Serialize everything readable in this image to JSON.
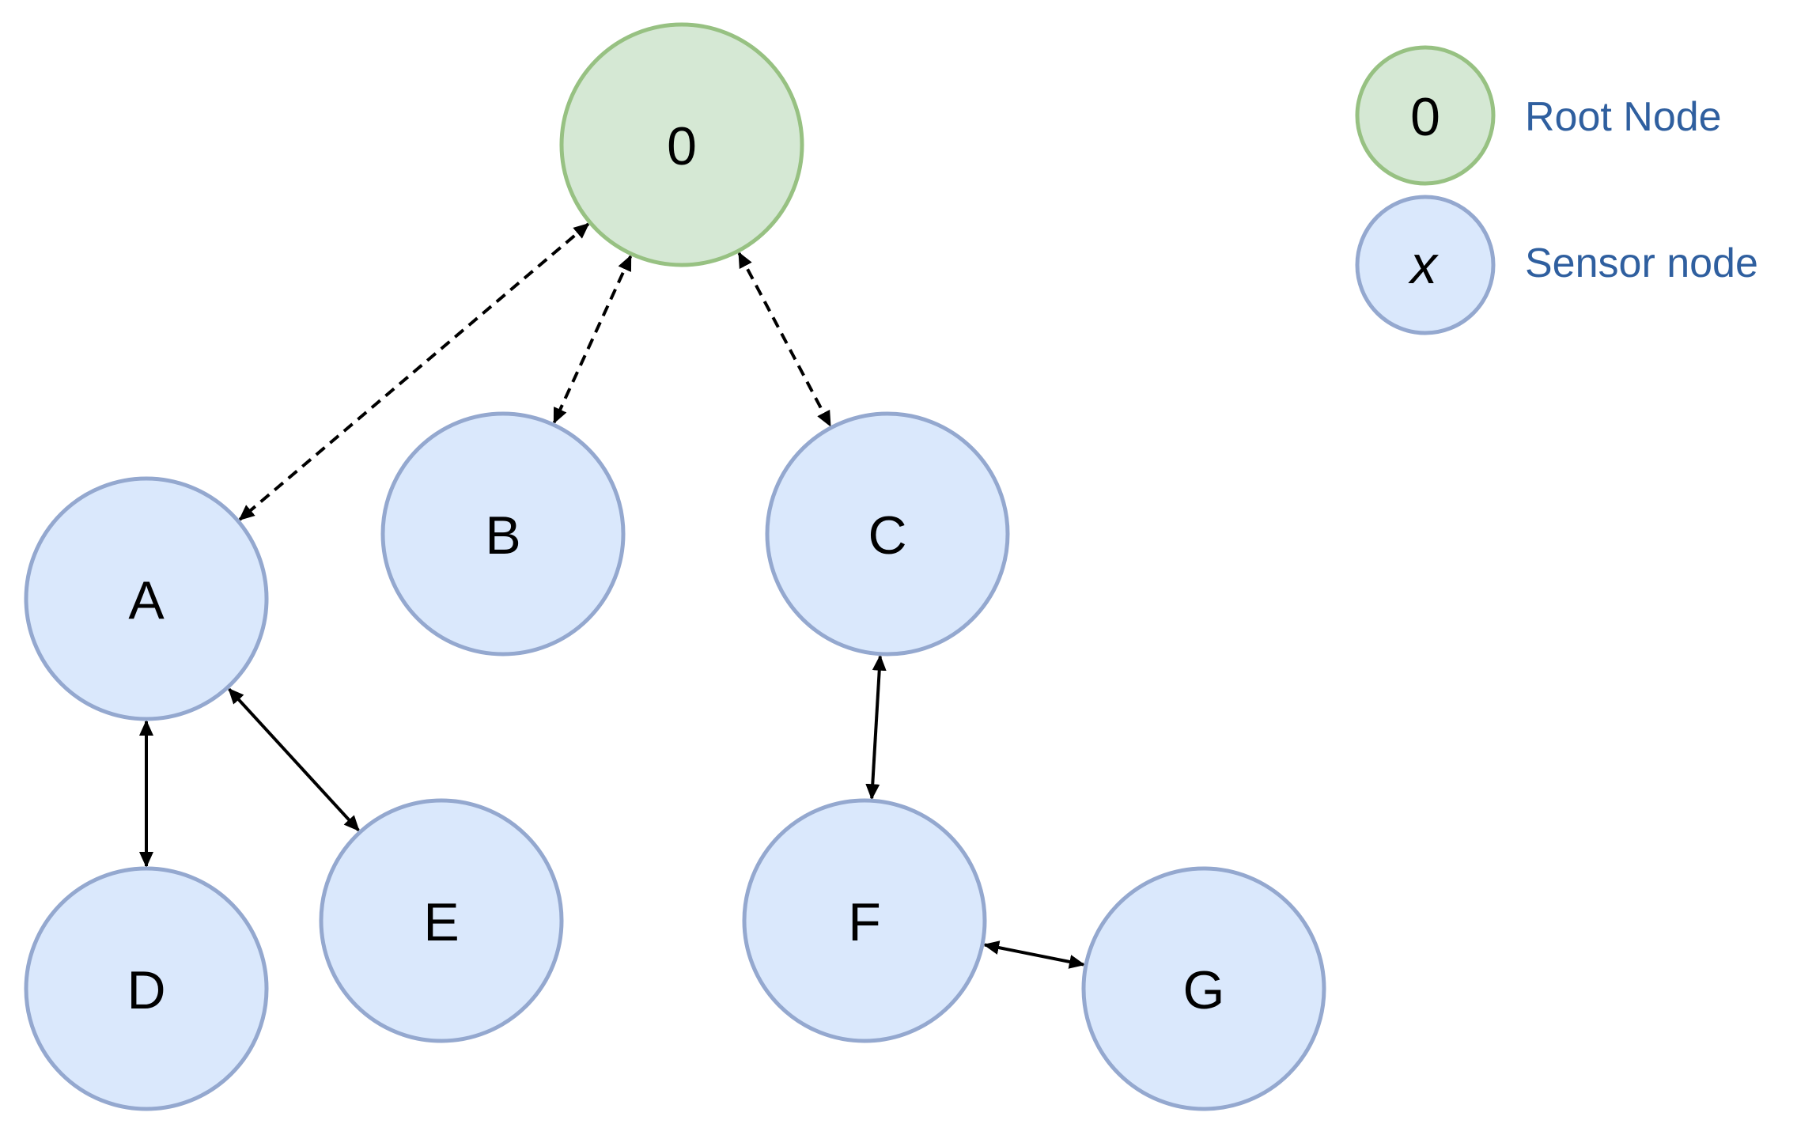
{
  "colors": {
    "root_fill": "#d5e8d4",
    "root_stroke": "#97c182",
    "sensor_fill": "#dae8fc",
    "sensor_stroke": "#94a8cf",
    "legend_text": "#2f5f9f",
    "edge": "#000000"
  },
  "nodes": [
    {
      "id": "0",
      "label": "0",
      "type": "root"
    },
    {
      "id": "A",
      "label": "A",
      "type": "sensor"
    },
    {
      "id": "B",
      "label": "B",
      "type": "sensor"
    },
    {
      "id": "C",
      "label": "C",
      "type": "sensor"
    },
    {
      "id": "D",
      "label": "D",
      "type": "sensor"
    },
    {
      "id": "E",
      "label": "E",
      "type": "sensor"
    },
    {
      "id": "F",
      "label": "F",
      "type": "sensor"
    },
    {
      "id": "G",
      "label": "G",
      "type": "sensor"
    }
  ],
  "edges": [
    {
      "from": "0",
      "to": "A",
      "style": "dashed",
      "direction": "bidirectional"
    },
    {
      "from": "0",
      "to": "B",
      "style": "dashed",
      "direction": "bidirectional"
    },
    {
      "from": "0",
      "to": "C",
      "style": "dashed",
      "direction": "bidirectional"
    },
    {
      "from": "A",
      "to": "D",
      "style": "solid",
      "direction": "bidirectional"
    },
    {
      "from": "A",
      "to": "E",
      "style": "solid",
      "direction": "bidirectional"
    },
    {
      "from": "C",
      "to": "F",
      "style": "solid",
      "direction": "bidirectional"
    },
    {
      "from": "F",
      "to": "G",
      "style": "solid",
      "direction": "bidirectional"
    }
  ],
  "legend": {
    "root": {
      "symbol": "0",
      "label": "Root Node"
    },
    "sensor": {
      "symbol": "x",
      "label": "Sensor node"
    }
  }
}
